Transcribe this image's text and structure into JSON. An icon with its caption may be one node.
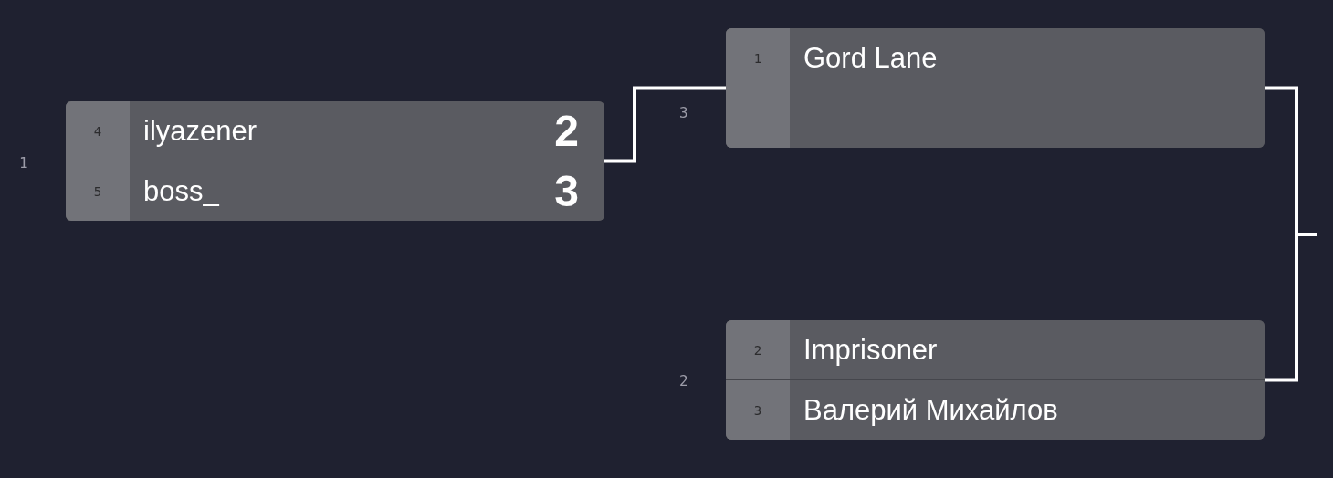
{
  "diagram": {
    "nodes": [
      {
        "text": [],
        "shape": "box",
        "beside": [
          "1"
        ]
      },
      {
        "text": [
          "4",
          "ilyazener",
          "2"
        ],
        "in": 0
      },
      {
        "text": [
          "5",
          "boss_",
          "3"
        ],
        "in": 0
      },
      {
        "text": [],
        "shape": "box",
        "beside": [
          "3"
        ]
      },
      {
        "text": [
          "1",
          "Gord Lane"
        ],
        "in": 3
      },
      {
        "text": [],
        "shape": "box",
        "in": 3
      },
      {
        "text": [],
        "shape": "box",
        "beside": [
          "2"
        ]
      },
      {
        "text": [
          "2",
          "Imprisoner"
        ],
        "in": 6
      },
      {
        "text": [
          "3",
          "Валерий Михайлов"
        ],
        "in": 6
      }
    ],
    "edges": [
      {
        "from": 0,
        "to": 3,
        "arrow": "none"
      },
      {
        "from": 3,
        "to": null,
        "arrow": "none"
      },
      {
        "from": 6,
        "to": null,
        "arrow": "none"
      }
    ]
  }
}
